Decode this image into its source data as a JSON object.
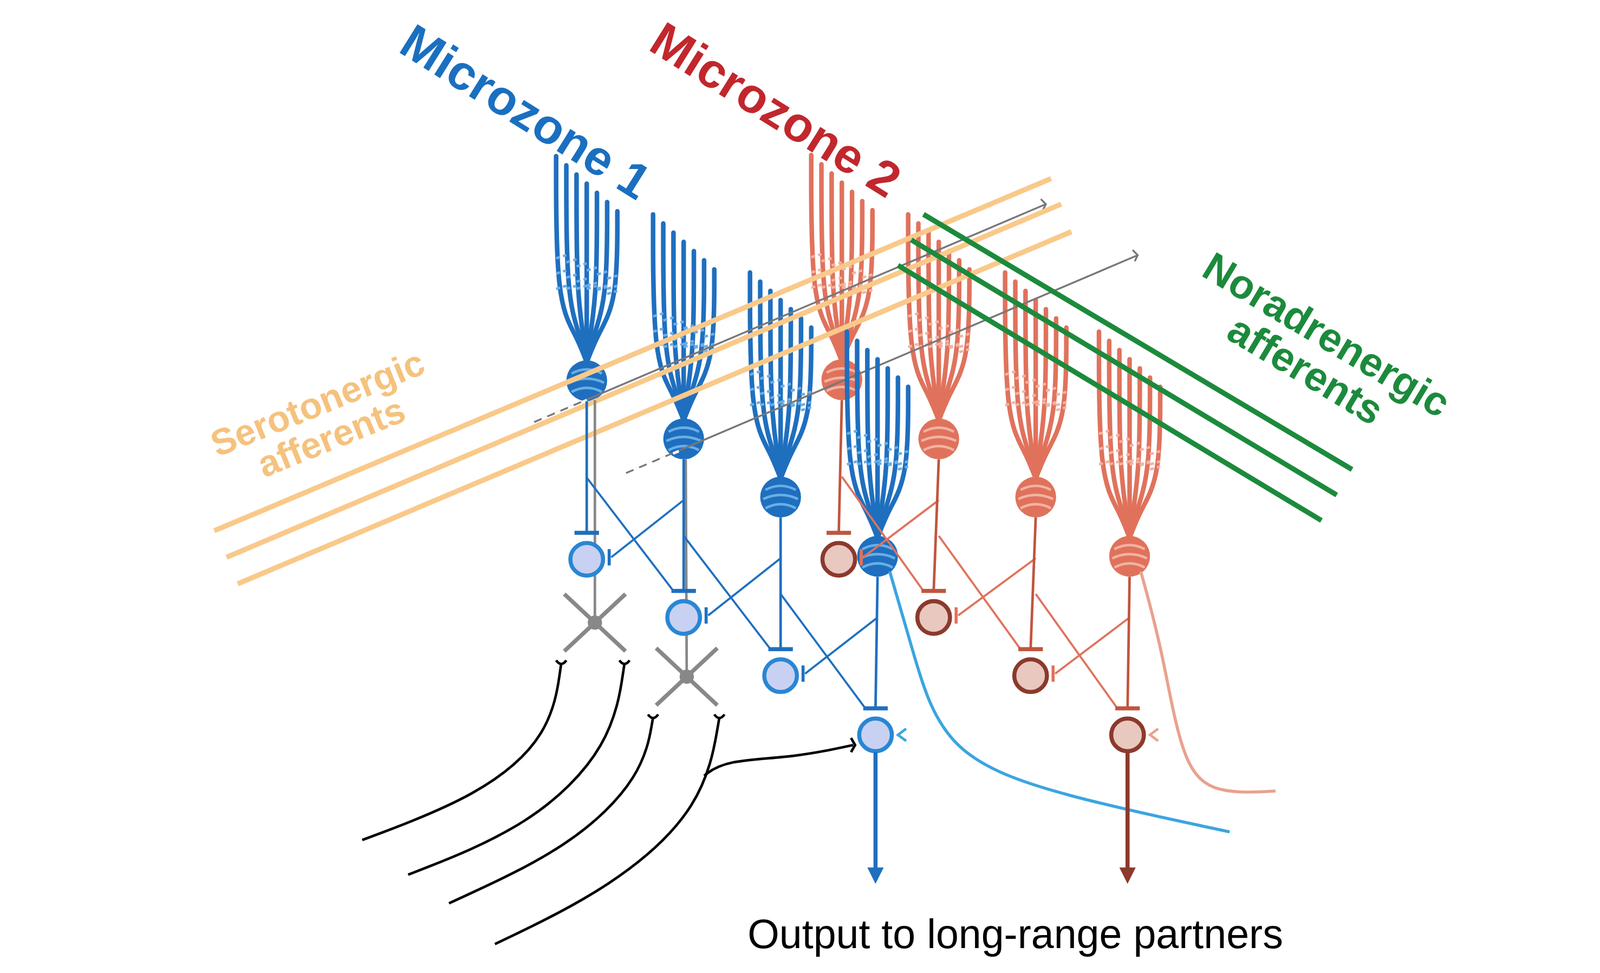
{
  "diagram": {
    "labels": [
      "Microzone 1",
      "Microzone 2",
      "Serotonergic afferents",
      "Noradrenergic afferents",
      "Output to long-range partners"
    ]
  }
}
